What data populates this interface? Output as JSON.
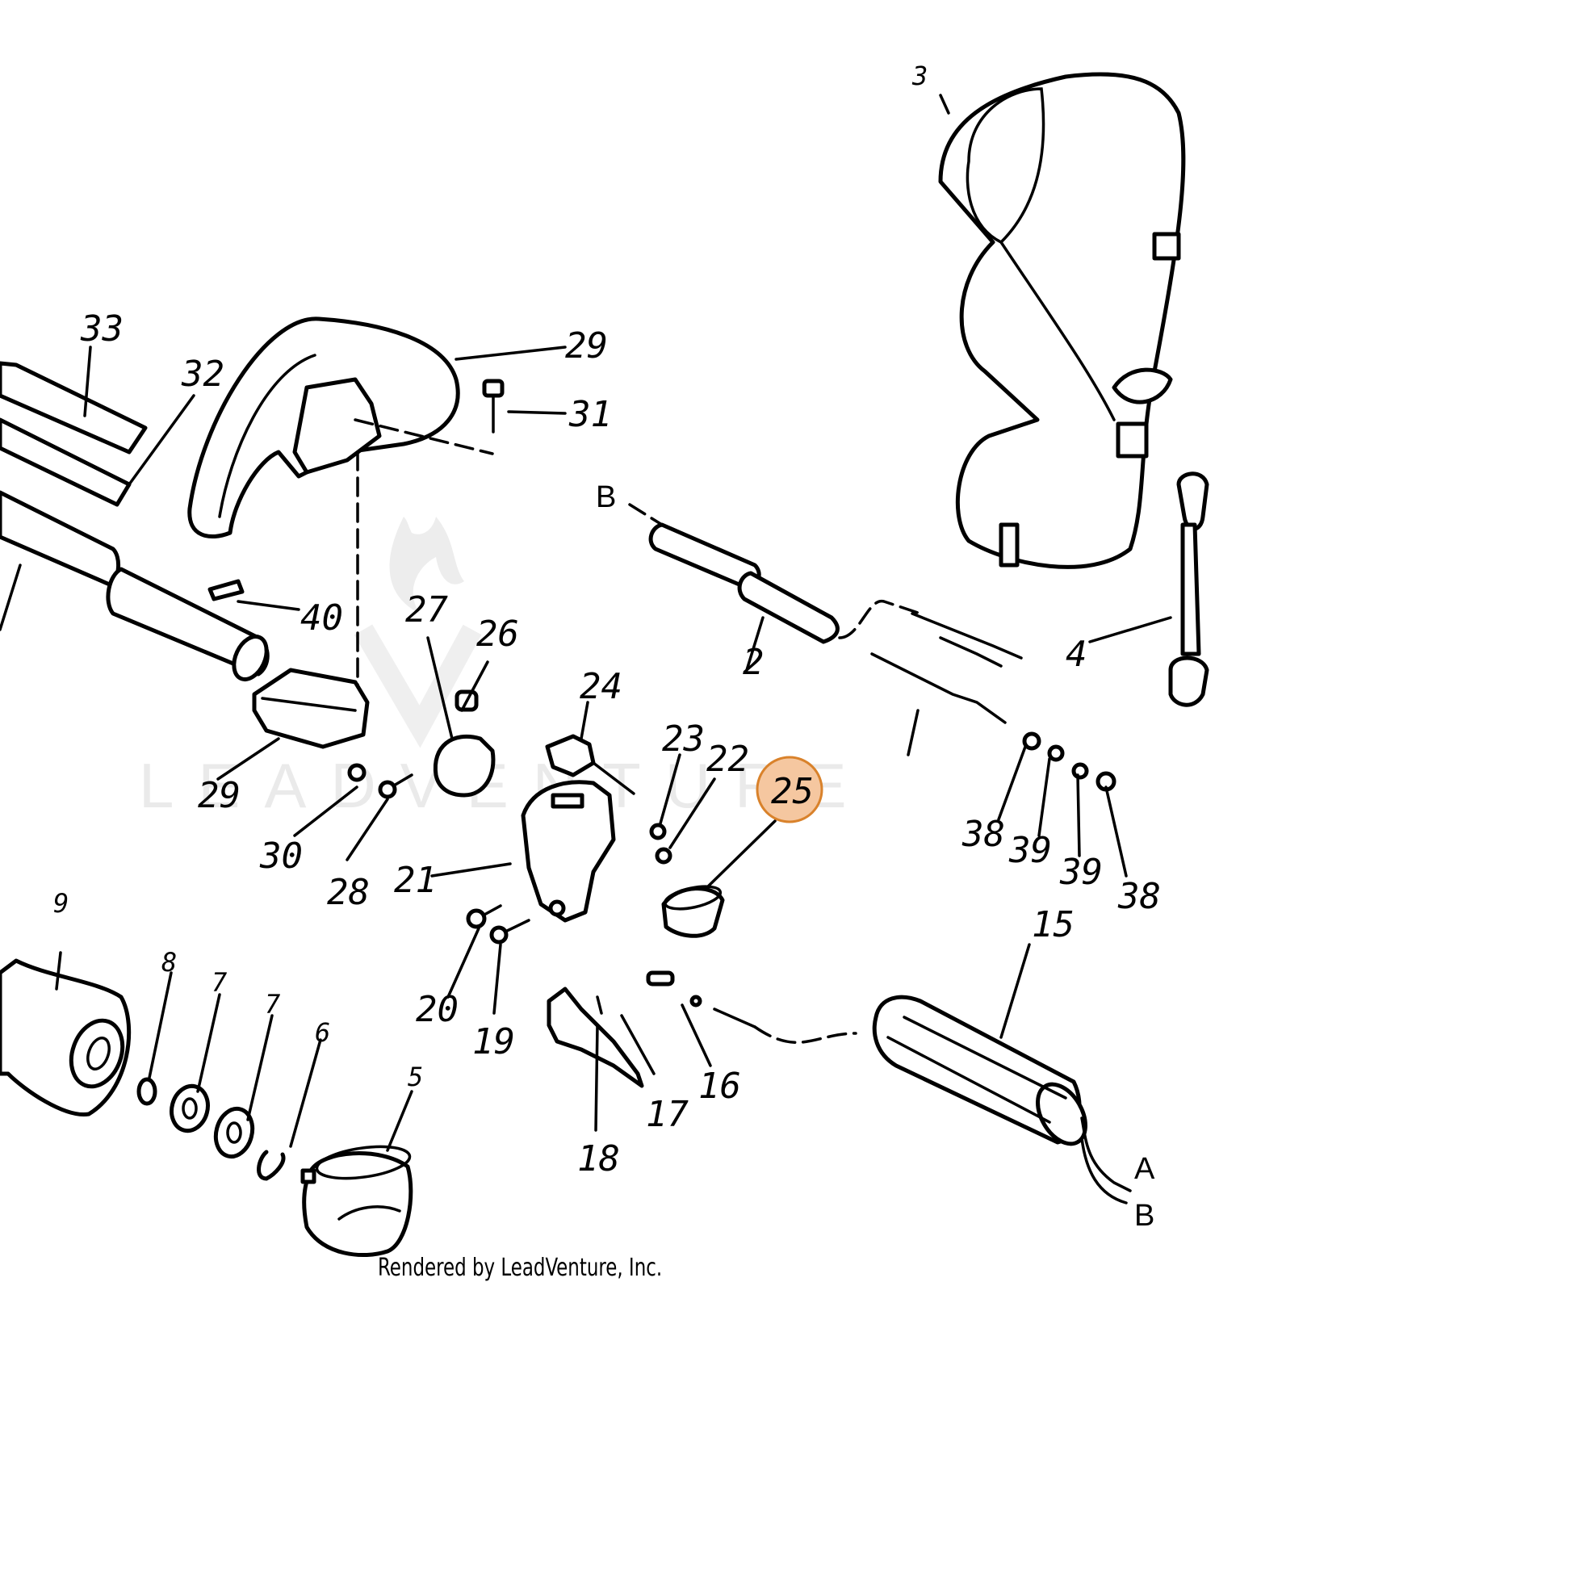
{
  "diagram": {
    "callouts": [
      "2",
      "3",
      "4",
      "5",
      "6",
      "7",
      "7",
      "8",
      "9",
      "15",
      "16",
      "17",
      "18",
      "19",
      "20",
      "21",
      "22",
      "23",
      "24",
      "25",
      "26",
      "27",
      "28",
      "29",
      "29",
      "30",
      "31",
      "32",
      "33",
      "38",
      "38",
      "39",
      "39",
      "40",
      "A",
      "B",
      "B"
    ],
    "highlighted_callout": "25",
    "highlight_color": "#f5c7a0",
    "highlight_border": "#d9822b"
  },
  "watermark": {
    "text": "LEADVENTURE"
  },
  "footer": {
    "credit": "Rendered by LeadVenture, Inc."
  }
}
